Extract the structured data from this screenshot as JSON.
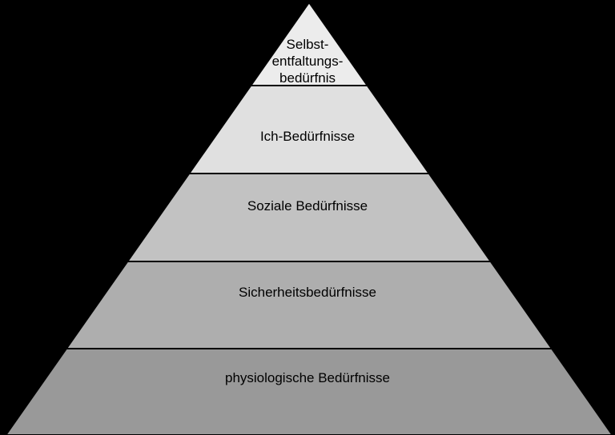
{
  "diagram": {
    "kind": "pyramid",
    "background_color": "#000000",
    "divider_color": "#000000",
    "text_color": "#000000",
    "levels": [
      {
        "name": "selbstentfaltungsbeduerfnis",
        "label": "Selbst-\nentfaltungs-\nbedürfnis",
        "fill": "#ececec"
      },
      {
        "name": "ich-beduerfnisse",
        "label": "Ich-Bedürfnisse",
        "fill": "#e0e0e0"
      },
      {
        "name": "soziale-beduerfnisse",
        "label": "Soziale Bedürfnisse",
        "fill": "#c2c2c2"
      },
      {
        "name": "sicherheitsbeduerfnisse",
        "label": "Sicherheitsbedürfnisse",
        "fill": "#aeaeae"
      },
      {
        "name": "physiologische-beduerfnisse",
        "label": "physiologische Bedürfnisse",
        "fill": "#999999"
      }
    ]
  }
}
